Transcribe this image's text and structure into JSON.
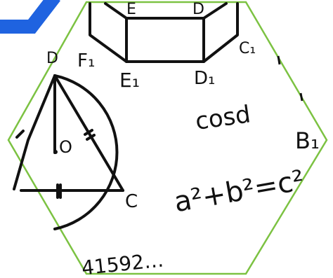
{
  "colors": {
    "background": "#ffffff",
    "ink": "#111111",
    "hexagon_border": "#7cc242",
    "accent_stripe": "#1f63e0"
  },
  "prism_labels": {
    "top_left": "E",
    "top_right": "D",
    "right": "C₁",
    "left": "F₁",
    "bottom_left": "E₁",
    "bottom_right": "D₁"
  },
  "circle_labels": {
    "top_vertex": "D",
    "center": "O",
    "right_vertex": "C"
  },
  "formulas": {
    "cos": "cosd",
    "pythagorean": "a²+b²=c²",
    "pi_fragment": "41592…"
  },
  "edge_label": "B₁"
}
